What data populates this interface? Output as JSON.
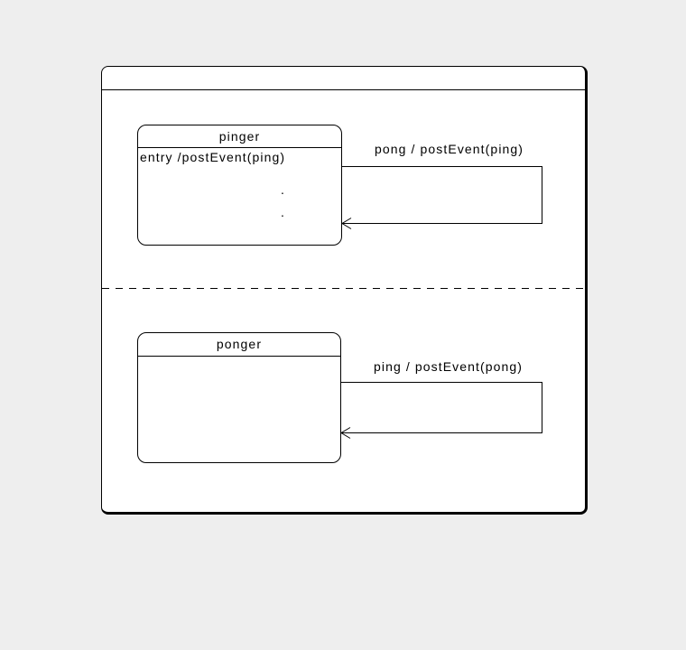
{
  "colors": {
    "page_background": "#eeeeee",
    "state_fill": "#ffffff",
    "line_color": "#000000"
  },
  "root_state": {
    "title": ""
  },
  "states": [
    {
      "id": "pinger",
      "title": "pinger",
      "body": "entry /postEvent(ping)"
    },
    {
      "id": "ponger",
      "title": "ponger",
      "body": ""
    }
  ],
  "transitions": [
    {
      "from": "pinger",
      "to": "pinger",
      "label": "pong / postEvent(ping)"
    },
    {
      "from": "ponger",
      "to": "ponger",
      "label": "ping / postEvent(pong)"
    }
  ],
  "ellipsis_dots": [
    ".",
    "."
  ]
}
